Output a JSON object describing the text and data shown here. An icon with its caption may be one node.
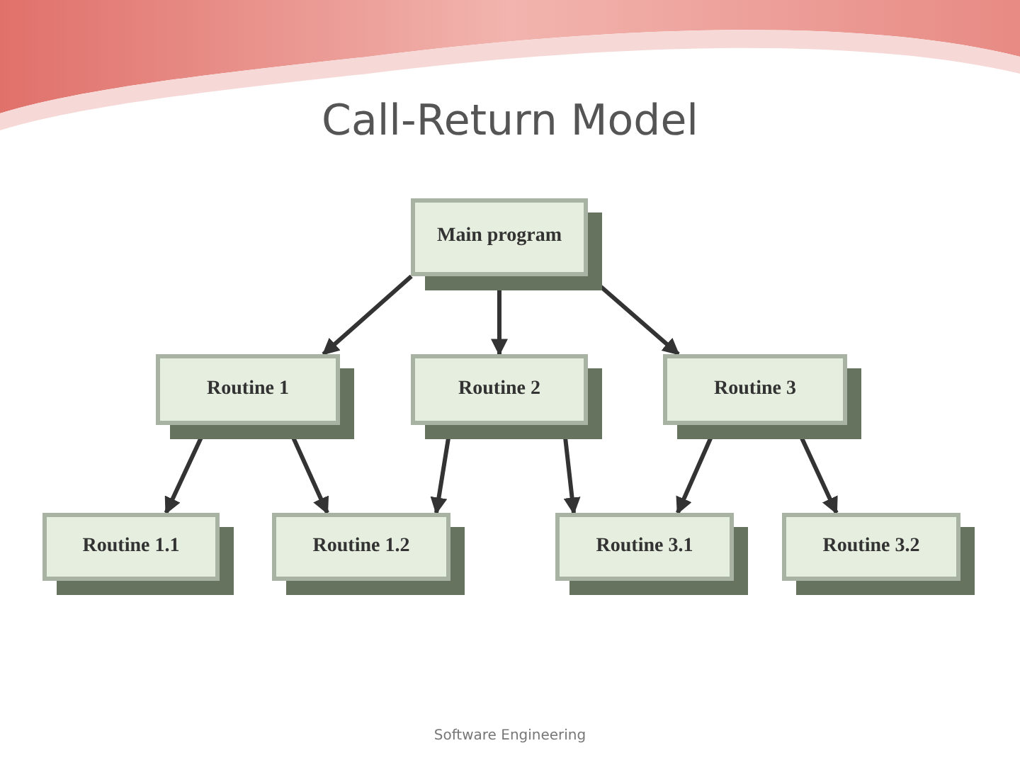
{
  "diagram": {
    "title": "Call-Return Model",
    "nodes": [
      {
        "text": [
          "Main program"
        ]
      },
      {
        "text": [
          "Routine 1"
        ]
      },
      {
        "text": [
          "Routine 2"
        ]
      },
      {
        "text": [
          "Routine 3"
        ]
      },
      {
        "text": [
          "Routine 1.1"
        ]
      },
      {
        "text": [
          "Routine 1.2"
        ]
      },
      {
        "text": [
          "Routine 3.1"
        ]
      },
      {
        "text": [
          "Routine 3.2"
        ]
      }
    ],
    "edges": [
      {
        "from": 0,
        "to": 1,
        "arrow": "to"
      },
      {
        "from": 0,
        "to": 2,
        "arrow": "to"
      },
      {
        "from": 0,
        "to": 3,
        "arrow": "to"
      },
      {
        "from": 1,
        "to": 4,
        "arrow": "to"
      },
      {
        "from": 1,
        "to": 5,
        "arrow": "to"
      },
      {
        "from": 2,
        "to": 5,
        "arrow": "to"
      },
      {
        "from": 2,
        "to": 6,
        "arrow": "to"
      },
      {
        "from": 3,
        "to": 6,
        "arrow": "to"
      },
      {
        "from": 3,
        "to": 7,
        "arrow": "to"
      }
    ],
    "labels": [
      "Software Engineering"
    ]
  }
}
